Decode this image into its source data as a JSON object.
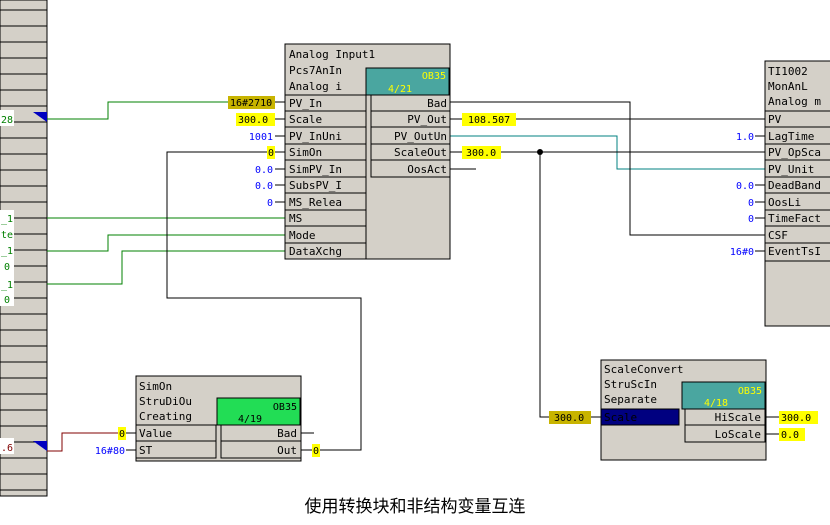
{
  "colors": {
    "sheet": "#d4d0c8",
    "value_highlight": "#ffff00",
    "value_dim_highlight": "#c8b400",
    "constant_value": "#0000ff",
    "wire_green": "#008000",
    "wire_teal": "#008080",
    "wire_black": "#000000",
    "wire_dark_red": "#800000",
    "ob_teal": "#4aa6a0",
    "ob_green": "#22dd55",
    "ob_text": "#ffff00",
    "selected_pin": "#000080"
  },
  "margin_left": {
    "rows": [
      "28",
      "_1",
      "te",
      "_1",
      "0",
      "_1",
      "0",
      ".6"
    ]
  },
  "block_analog": {
    "name": "Analog Input1",
    "type": "Pcs7AnIn",
    "comment": "Analog i",
    "ob_task": "OB35",
    "ob_seq": "4/21",
    "inputs": [
      {
        "pin": "PV_In",
        "value": "16#2710"
      },
      {
        "pin": "Scale",
        "value": "300.0"
      },
      {
        "pin": "PV_InUni",
        "value": "1001"
      },
      {
        "pin": "SimOn",
        "value": "0"
      },
      {
        "pin": "SimPV_In",
        "value": "0.0"
      },
      {
        "pin": "SubsPV_I",
        "value": "0.0"
      },
      {
        "pin": "MS_Relea",
        "value": "0"
      },
      {
        "pin": "MS",
        "value": ""
      },
      {
        "pin": "Mode",
        "value": ""
      },
      {
        "pin": "DataXchg",
        "value": ""
      }
    ],
    "outputs": [
      {
        "pin": "Bad",
        "value": ""
      },
      {
        "pin": "PV_Out",
        "value": "108.507"
      },
      {
        "pin": "PV_OutUn",
        "value": ""
      },
      {
        "pin": "ScaleOut",
        "value": "300.0"
      },
      {
        "pin": "OosAct",
        "value": ""
      }
    ]
  },
  "block_monanl": {
    "name": "TI1002",
    "type": "MonAnL",
    "comment": "Analog m",
    "inputs": [
      {
        "pin": "PV",
        "value": ""
      },
      {
        "pin": "LagTime",
        "value": "1.0"
      },
      {
        "pin": "PV_OpSca",
        "value": ""
      },
      {
        "pin": "PV_Unit",
        "value": ""
      },
      {
        "pin": "DeadBand",
        "value": "0.0"
      },
      {
        "pin": "OosLi",
        "value": "0"
      },
      {
        "pin": "TimeFact",
        "value": "0"
      },
      {
        "pin": "CSF",
        "value": ""
      },
      {
        "pin": "EventTsI",
        "value": "16#0"
      }
    ]
  },
  "block_simon": {
    "name": "SimOn",
    "type": "StruDiOu",
    "comment": "Creating",
    "ob_task": "OB35",
    "ob_seq": "4/19",
    "inputs": [
      {
        "pin": "Value",
        "value": "0"
      },
      {
        "pin": "ST",
        "value": "16#80"
      }
    ],
    "outputs": [
      {
        "pin": "Bad",
        "value": ""
      },
      {
        "pin": "Out",
        "value": "0"
      }
    ]
  },
  "block_scale": {
    "name": "ScaleConvert",
    "type": "StruScIn",
    "comment": "Separate",
    "ob_task": "OB35",
    "ob_seq": "4/18",
    "inputs": [
      {
        "pin": "Scale",
        "value": "300.0"
      }
    ],
    "outputs": [
      {
        "pin": "HiScale",
        "value": "300.0"
      },
      {
        "pin": "LoScale",
        "value": "0.0"
      }
    ]
  },
  "caption": "使用转换块和非结构变量互连"
}
